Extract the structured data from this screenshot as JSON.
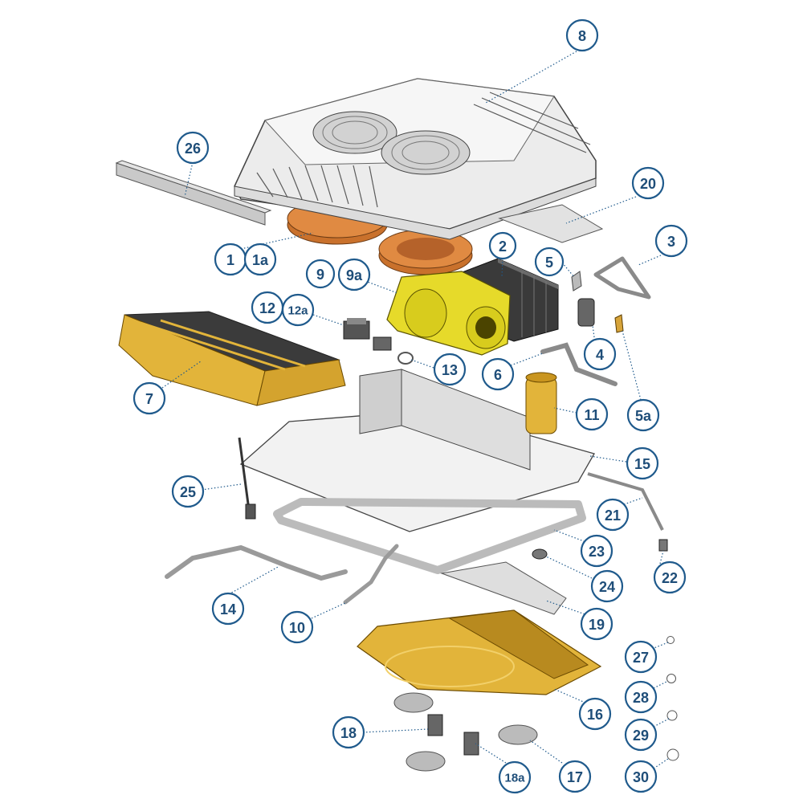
{
  "diagram": {
    "labels": [
      {
        "id": "1",
        "text": "1"
      },
      {
        "id": "1a",
        "text": "1a"
      },
      {
        "id": "2",
        "text": "2"
      },
      {
        "id": "3",
        "text": "3"
      },
      {
        "id": "4",
        "text": "4"
      },
      {
        "id": "5",
        "text": "5"
      },
      {
        "id": "5a",
        "text": "5a"
      },
      {
        "id": "6",
        "text": "6"
      },
      {
        "id": "7",
        "text": "7"
      },
      {
        "id": "8",
        "text": "8"
      },
      {
        "id": "9",
        "text": "9"
      },
      {
        "id": "9a",
        "text": "9a"
      },
      {
        "id": "10",
        "text": "10"
      },
      {
        "id": "11",
        "text": "11"
      },
      {
        "id": "12",
        "text": "12"
      },
      {
        "id": "12a",
        "text": "12a"
      },
      {
        "id": "13",
        "text": "13"
      },
      {
        "id": "14",
        "text": "14"
      },
      {
        "id": "15",
        "text": "15"
      },
      {
        "id": "16",
        "text": "16"
      },
      {
        "id": "17",
        "text": "17"
      },
      {
        "id": "18",
        "text": "18"
      },
      {
        "id": "18a",
        "text": "18a"
      },
      {
        "id": "19",
        "text": "19"
      },
      {
        "id": "20",
        "text": "20"
      },
      {
        "id": "21",
        "text": "21"
      },
      {
        "id": "22",
        "text": "22"
      },
      {
        "id": "23",
        "text": "23"
      },
      {
        "id": "24",
        "text": "24"
      },
      {
        "id": "25",
        "text": "25"
      },
      {
        "id": "26",
        "text": "26"
      },
      {
        "id": "27",
        "text": "27"
      },
      {
        "id": "28",
        "text": "28"
      },
      {
        "id": "29",
        "text": "29"
      },
      {
        "id": "30",
        "text": "30"
      }
    ]
  },
  "colors": {
    "callout_text": "#1f4e79",
    "callout_ring": "#1f5a8c",
    "housing": "#ededed",
    "fan_orange": "#d9823a",
    "blower_yellow": "#e7dc2c",
    "gold_part": "#e2b43a",
    "coil_dark": "#3b3b3b"
  }
}
